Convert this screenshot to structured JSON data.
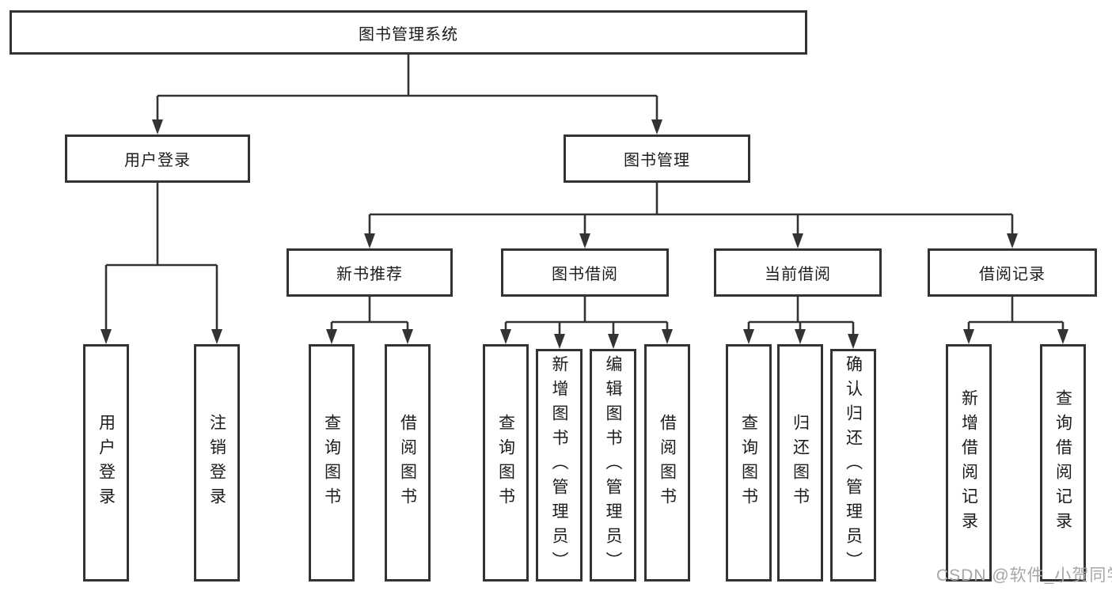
{
  "diagram": {
    "root": {
      "label": "图书管理系统",
      "children": [
        {
          "label": "用户登录",
          "children": [
            {
              "label": "用户登录"
            },
            {
              "label": "注销登录"
            }
          ]
        },
        {
          "label": "图书管理",
          "children": [
            {
              "label": "新书推荐",
              "children": [
                {
                  "label": "查询图书"
                },
                {
                  "label": "借阅图书"
                }
              ]
            },
            {
              "label": "图书借阅",
              "children": [
                {
                  "label": "查询图书"
                },
                {
                  "label": "新增图书（管理员）"
                },
                {
                  "label": "编辑图书（管理员）"
                },
                {
                  "label": "借阅图书"
                }
              ]
            },
            {
              "label": "当前借阅",
              "children": [
                {
                  "label": "查询图书"
                },
                {
                  "label": "归还图书"
                },
                {
                  "label": "确认归还（管理员）"
                }
              ]
            },
            {
              "label": "借阅记录",
              "children": [
                {
                  "label": "新增借阅记录"
                },
                {
                  "label": "查询借阅记录"
                }
              ]
            }
          ]
        }
      ]
    }
  },
  "watermark": {
    "text": "CSDN @软件_小贺同学"
  },
  "colors": {
    "line": "#333333",
    "box_border": "#333333",
    "text": "#1c1c1c",
    "watermark": "#a6a6a6",
    "background": "#ffffff"
  }
}
